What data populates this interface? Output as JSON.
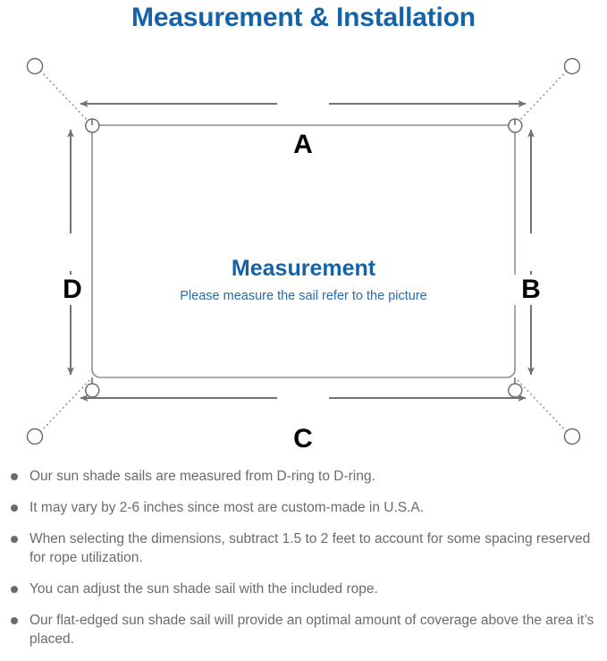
{
  "page": {
    "title": "Measurement & Installation",
    "title_color": "#1463a8",
    "background": "#ffffff"
  },
  "diagram": {
    "name": "sun-shade-sail-measurement-diagram",
    "sail": {
      "label_title": "Measurement",
      "label_subtitle": "Please measure the sail refer to the picture",
      "title_color": "#1463a8",
      "subtitle_color": "#2a6ca8",
      "edge_color": "#7a7a7a"
    },
    "dimension_labels": [
      {
        "key": "A",
        "text": "A",
        "edge": "top",
        "orientation": "horizontal"
      },
      {
        "key": "B",
        "text": "B",
        "edge": "right",
        "orientation": "vertical"
      },
      {
        "key": "C",
        "text": "C",
        "edge": "bottom",
        "orientation": "horizontal"
      },
      {
        "key": "D",
        "text": "D",
        "edge": "left",
        "orientation": "vertical"
      }
    ],
    "d_rings": [
      {
        "corner": "top-left"
      },
      {
        "corner": "top-right"
      },
      {
        "corner": "bottom-left"
      },
      {
        "corner": "bottom-right"
      }
    ],
    "anchor_points": [
      {
        "corner": "top-left"
      },
      {
        "corner": "top-right"
      },
      {
        "corner": "bottom-left"
      },
      {
        "corner": "bottom-right"
      }
    ],
    "rope_style": "dotted",
    "arrow_color": "#737373"
  },
  "notes": [
    {
      "text": "Our sun shade sails are measured from D-ring to D-ring."
    },
    {
      "text": "It may vary by 2-6 inches since most are custom-made in U.S.A."
    },
    {
      "text": "When selecting the dimensions, subtract 1.5 to 2 feet to account for some spacing reserved for rope utilization."
    },
    {
      "text": "You can adjust the sun shade sail with the included rope."
    },
    {
      "text": "Our flat-edged sun shade sail will provide an optimal amount of coverage above the area it’s placed."
    }
  ]
}
